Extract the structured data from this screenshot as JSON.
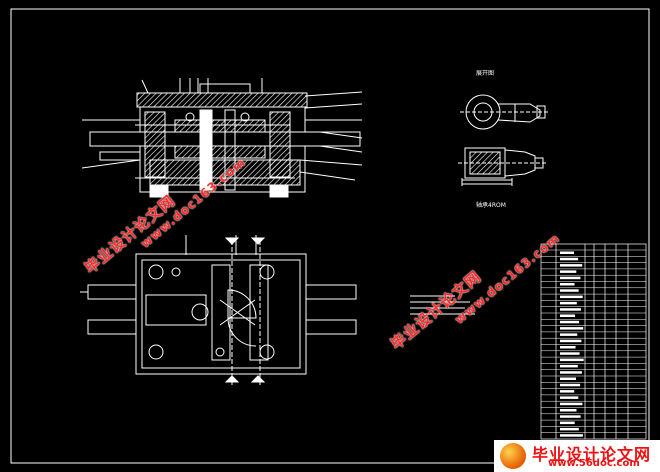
{
  "drawing": {
    "view_title_right": "展开图",
    "view_caption_right": "轴承4ROM"
  },
  "watermarks": {
    "site_cn": "毕业设计论文网",
    "site_url": "www.doc163.com"
  },
  "footer": {
    "title": "毕业设计论文网",
    "url": "www.56doc.com"
  },
  "colors": {
    "background": "#000000",
    "line": "#ffffff",
    "watermark": "#ff2a2a"
  }
}
